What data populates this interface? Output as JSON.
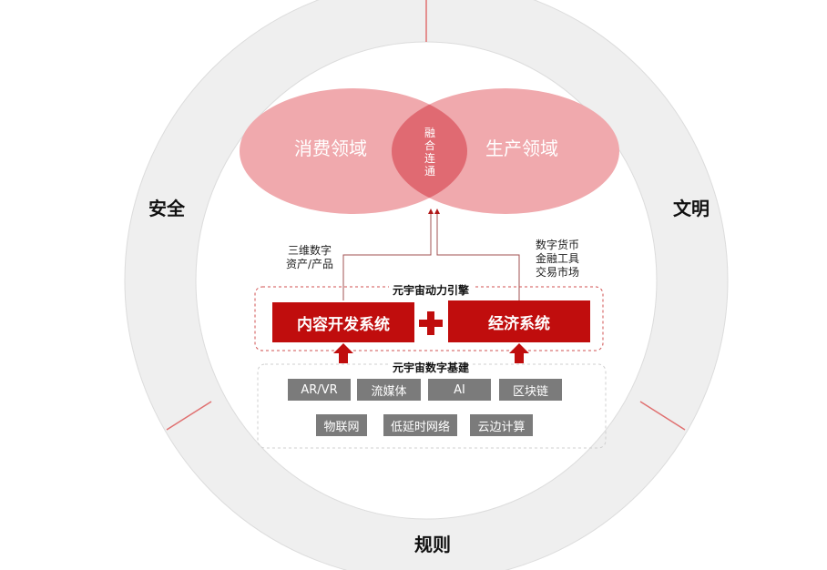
{
  "ring": {
    "top_left": "安全",
    "top_right": "文明",
    "bottom": "规则"
  },
  "venn": {
    "left": "消费领域",
    "right": "生产领域",
    "intersection": "融合连通"
  },
  "notes": {
    "left": [
      "三维数字",
      "资产/产品"
    ],
    "right": [
      "数字货币",
      "金融工具",
      "交易市场"
    ]
  },
  "engine": {
    "title": "元宇宙动力引擎",
    "content_system": "内容开发系统",
    "plus": "+",
    "economy_system": "经济系统"
  },
  "infrastructure": {
    "title": "元宇宙数字基建",
    "row1": [
      "AR/VR",
      "流媒体",
      "AI",
      "区块链"
    ],
    "row2": [
      "物联网",
      "低延时网络",
      "云边计算"
    ]
  },
  "colors": {
    "ring": "#efefef",
    "venn": "#f0a9ad",
    "lens": "#e06a72",
    "red": "#c00d0d",
    "chip": "#7b7b7b"
  }
}
